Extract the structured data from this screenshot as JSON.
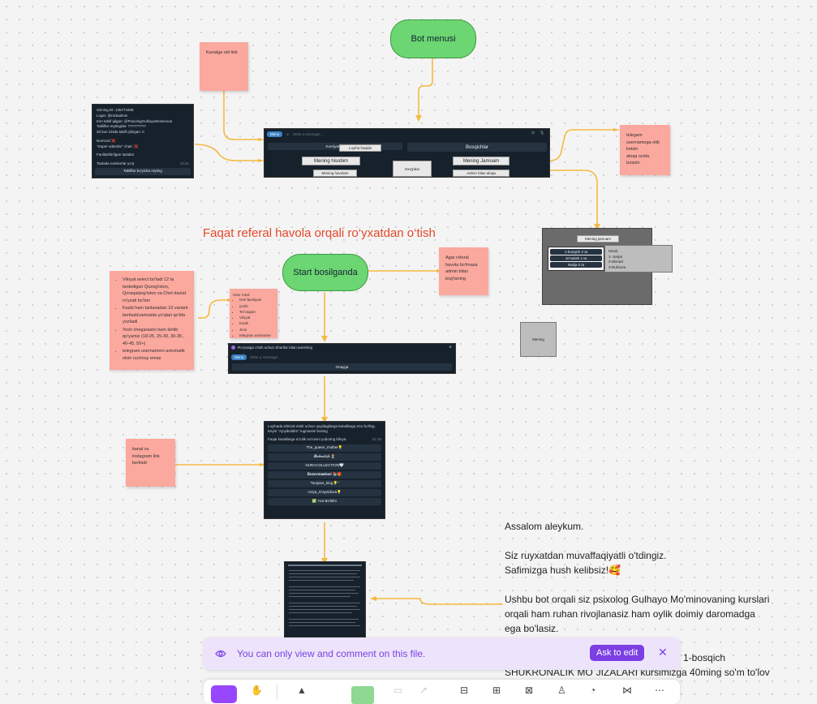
{
  "nodes": {
    "bot_menu": "Bot menusi",
    "start": "Start bosilganda",
    "heading": "Faqat referal havola orqali ro‘yxatdan o‘tish"
  },
  "stickies": {
    "channel_link": "Kanalga oid link",
    "telegram_username": [
      "telegam",
      "usernamega otib",
      "ketsin",
      "aloqa ozida",
      "turasin"
    ],
    "referral_admin": [
      "Agar referal",
      "havola bo'lmasa",
      "admin bilan",
      "bog'laning"
    ],
    "requirements": [
      "Viloyat select bo'ladi 12 ta tanledigan Qozog'iston, Qoraqalpog'iston va Chet davlat ro'yxati bo'lsin",
      "Kasbi ham tanlanadan 10 variant beriladi(varinatda yo'qlari qo'lda yoziladi",
      "Yosh chegarasini ham kiritib qo'yamiz (18-25, 25-30, 30-35 , 40-45, 50+)",
      "telegram usernameni avtomatik olsin ruchnoy emas"
    ],
    "user_card_title": "User Card",
    "user_card_items": [
      "Ismi familyasi",
      "yoshi",
      "Tel raqam",
      "Viloyat",
      "Kasbi",
      "Jinsi",
      "telegram username"
    ],
    "instagram": [
      "kanal va",
      "instagram link",
      "beriladi"
    ]
  },
  "profile_card": {
    "lines": [
      "Sizning ID: 135774308",
      "Login: @nickadmin",
      "Kim taklif qilgan: @PsixologGulhayoMominova",
      "Takliflar reytingida: ?????????",
      "30 kun ichida taklif qilingan: 0",
      "Nomzod ❌",
      "\"Super odamlar\" chati: ❌",
      "Faollashtirilgan taxtalar",
      "Taxtada xamkorlar yo'q"
    ],
    "time": "10:21",
    "button": "Takliflar bo'yicha reyting"
  },
  "bot_menu_panel": {
    "menu": "Menu",
    "input": "Write a message...",
    "buttons": [
      "Kurs(yangi)",
      "Loyiha haqida",
      "Bosqichlar",
      "Mening hisobim",
      "Sovg'alar",
      "Mening Jamoam",
      "Mening havolam",
      "Admin bilan aloqa"
    ]
  },
  "team_panel": {
    "title": "Mening jamoam",
    "rows": [
      "1-bosqich 2 ta",
      "Jo'natish 1 ta",
      "Natija 0 ta"
    ],
    "side": [
      "Hisob",
      "1- Sarjar",
      "2-ahmad",
      "3-Ruhsora"
    ],
    "grey": "Mening"
  },
  "start_panel": {
    "header": "Ro'yxatga o'tish uchun Shartlar bilan tanishing",
    "menu": "Menu",
    "input": "Write a message...",
    "button": "Onayga"
  },
  "channels_panel": {
    "header": "Loyihada ishtirok etish uchun quyidagilarga kanallarga a'zo bo'ling. Keyin \"Ajoyiboldim\" tugmasini bosing",
    "notice": "Faqat kanallarga a'zolik so'rovini yuboring kifoya.",
    "time": "21:18",
    "channels": [
      "The_queen_mother💡",
      "𝓑𝓮𝓵𝓮𝓷𝓵𝓲𝓯𝓮 ⏳",
      "NURACOLLECTION🤍",
      "𝐁𝐨𝐳𝐨𝐫𝐦𝐚𝐬𝐡𝐚𝐫𝐢 📚🎁",
      "\"Nurjans_blog💡\"",
      "Aziya_G'aynidova💡"
    ],
    "confirm": "✅ Aza Bo'ldim"
  },
  "welcome_text": [
    "Assalom aleykum.",
    "",
    "Siz ruyxatdan muvaffaqiyatli o'tdingiz.",
    "Safimizga hush kelibsiz!🥰",
    "",
    "Ushbu bot orqali siz psixolog Gulhayo Mo'minovaning kurslari",
    "orqali ham ruhan rivojlanasiz ham oylik doimiy daromadga",
    "ega bo'lasiz.",
    "",
    "1-bosqich",
    "SHUKRONALIK MO`JIZALARI kursimizga 40ming so'm to'lov"
  ],
  "banner": {
    "text": "You can only view and comment on this file.",
    "button": "Ask to edit"
  },
  "colors": {
    "green": "#6cd672",
    "sticky": "#fba89e",
    "connector": "#f5b942",
    "heading": "#e5472a",
    "banner": "#ede4fb",
    "accent": "#7b3fe4"
  }
}
